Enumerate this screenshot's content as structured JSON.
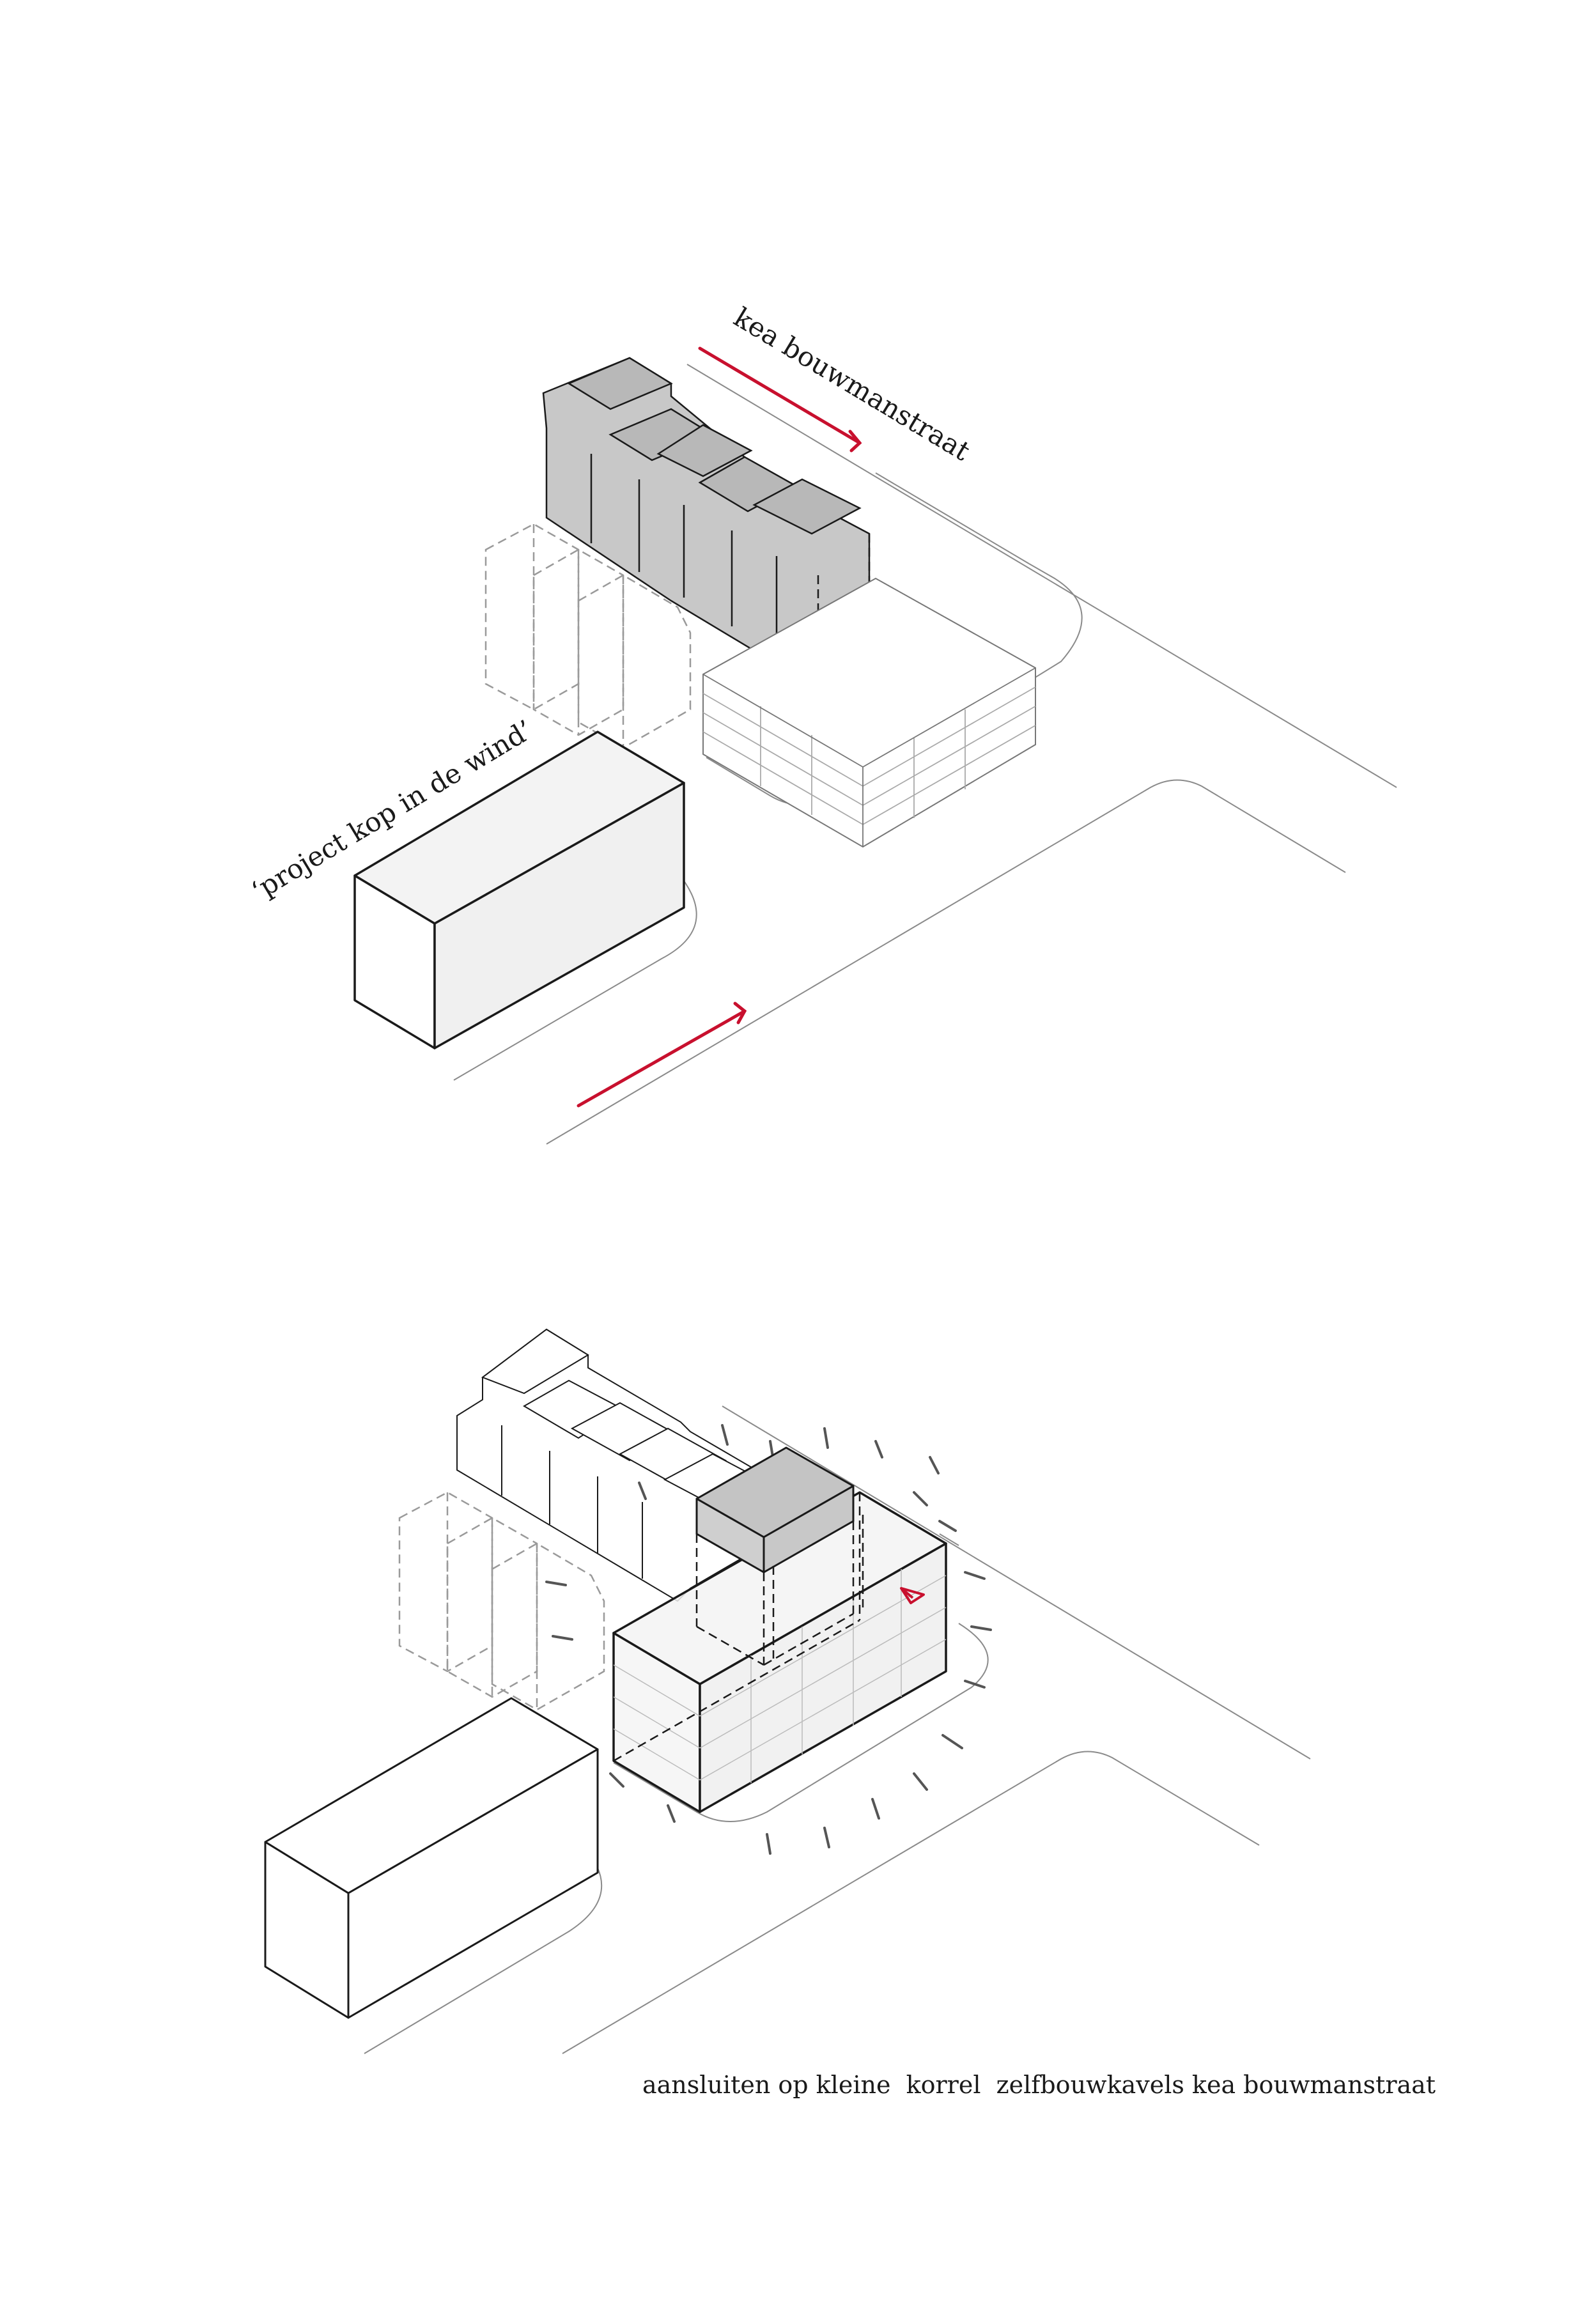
{
  "labels": {
    "street_name": "kea bouwmanstraat",
    "project_name": "‘project kop in de wind’",
    "caption": "aansluiten op kleine  korrel  zelfbouwkavels kea bouwmanstraat"
  },
  "colors": {
    "accent_red": "#c8102e",
    "line": "#1a1a1a",
    "thin_line": "#8a8a8a",
    "mass_dark": "#c8c8c8",
    "mass_light": "#f0f0f0"
  }
}
